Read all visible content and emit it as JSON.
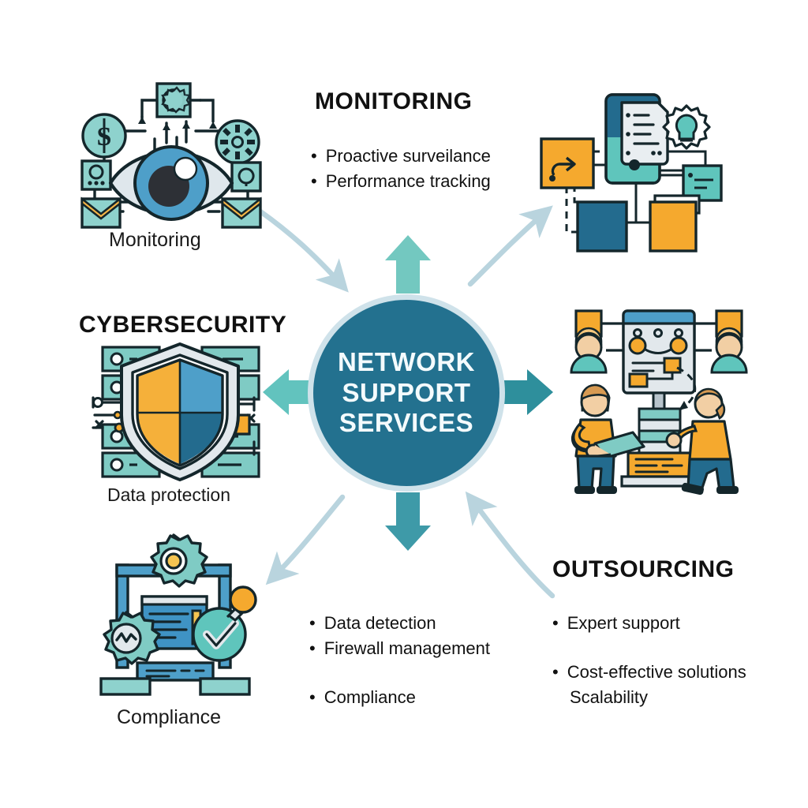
{
  "title": "Network Support Services",
  "center": {
    "name": "center-hub",
    "lines": [
      "NETWORK",
      "SUPPORT",
      "SERVICES"
    ],
    "fill": "#23718f",
    "ring": "#cfe2ea",
    "text_color": "#f4fbfd"
  },
  "sections": {
    "monitoring": {
      "heading": "MONITORING",
      "bullets": [
        "Proactive surveilance",
        "Performance tracking"
      ],
      "caption": "Monitoring"
    },
    "cybersecurity": {
      "heading": "CYBERSECURITY",
      "caption": "Data protection",
      "bullets": [
        "Data detection",
        "Firewall management",
        "Compliance"
      ]
    },
    "compliance": {
      "caption": "Compliance"
    },
    "outsourcing": {
      "heading": "OUTSOURCING",
      "bullets": [
        "Expert support",
        "Cost-effective solutions",
        "Scalability"
      ]
    }
  },
  "arrows": {
    "up_label": "arrow-up",
    "down_label": "arrow-down",
    "left_label": "arrow-left",
    "right_label": "arrow-right",
    "curve_color": "#b9d4de",
    "straight_up_color": "#73c8c0",
    "straight_down_color": "#3e9aa8",
    "straight_left_color": "#62c3be",
    "straight_right_color": "#2e8f9c"
  },
  "palette": {
    "teal_light": "#8ed2cd",
    "teal": "#5fc5bc",
    "teal_dark": "#2f8f90",
    "blue_dark": "#236b8e",
    "blue_mid": "#4e9fc9",
    "orange": "#f5a92e",
    "orange_light": "#fbc45c",
    "grey": "#dfe6ea",
    "grey_dark": "#b8c4cc",
    "outline": "#14262b",
    "skin": "#f2cfa4"
  },
  "icons": {
    "eye": "eye-monitoring-icon",
    "workflow": "workflow-diagram-icon",
    "shield": "shield-servers-icon",
    "team": "outsourcing-team-icon",
    "gears": "compliance-gears-icon"
  }
}
